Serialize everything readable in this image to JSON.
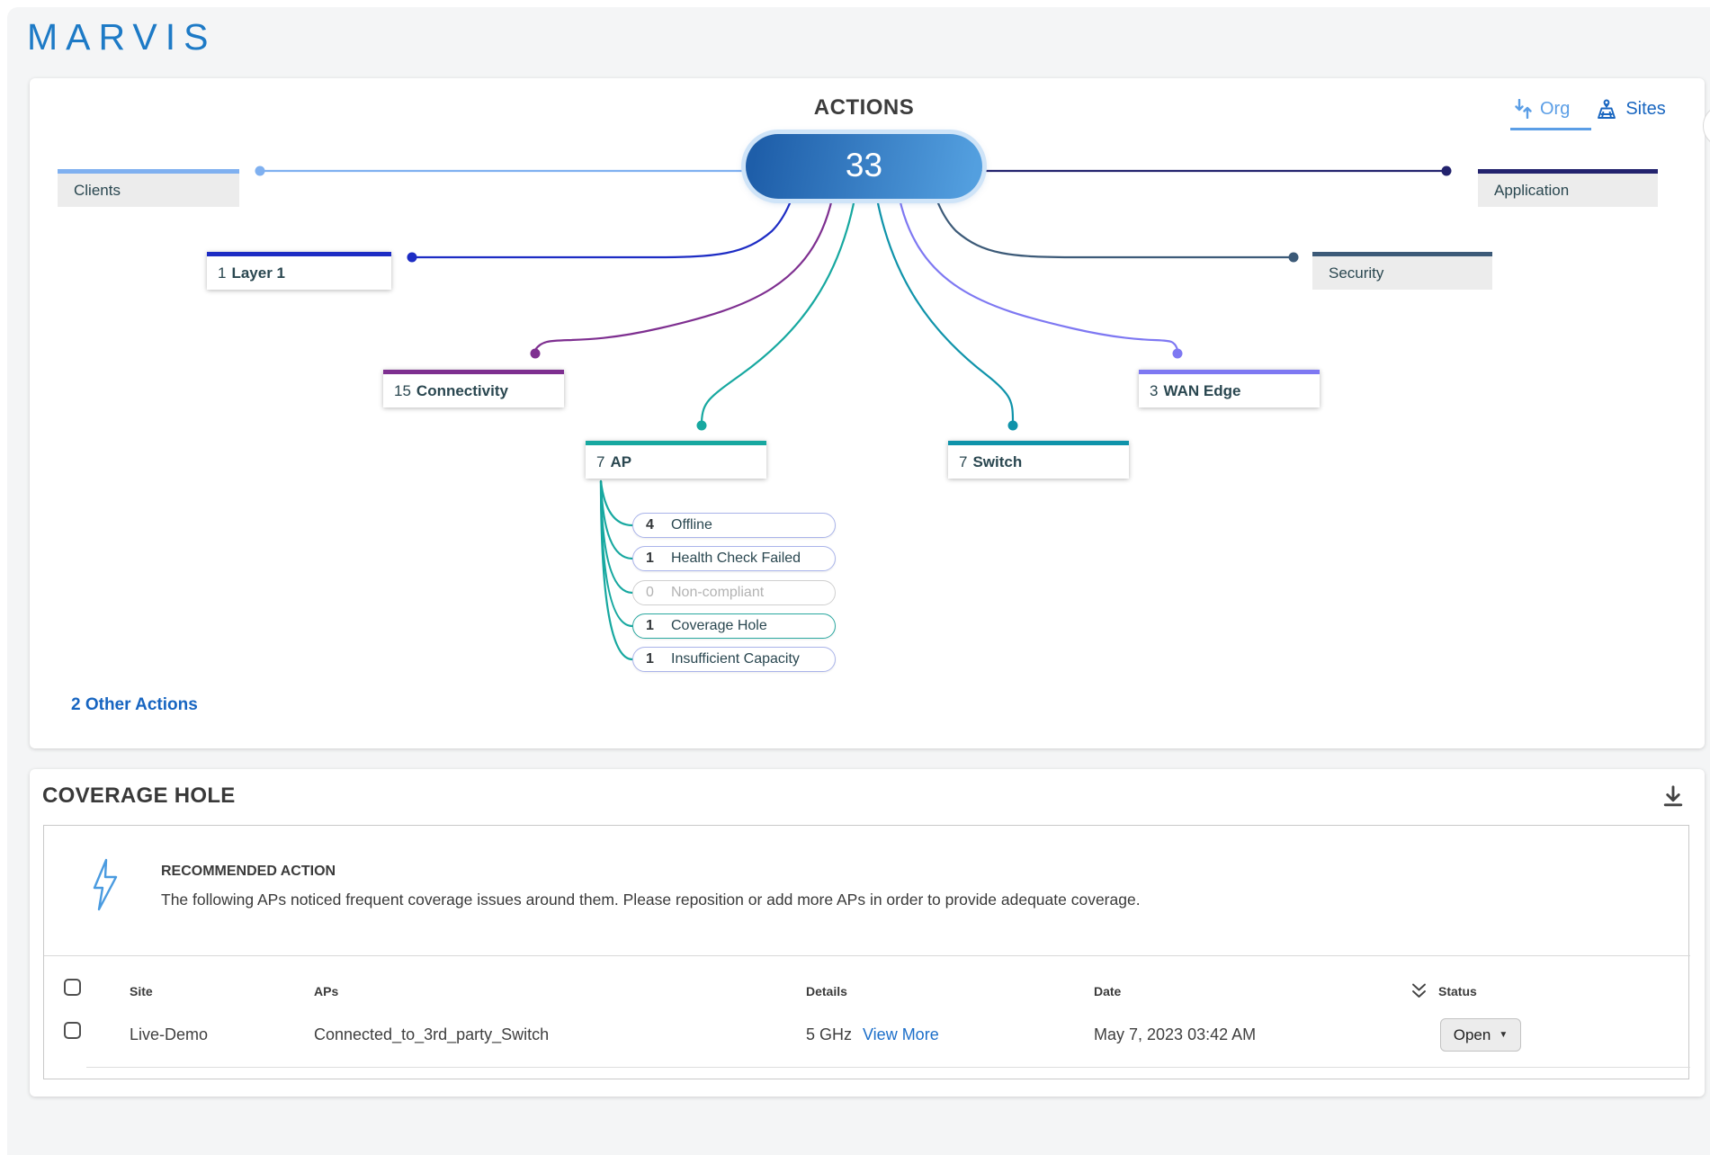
{
  "brand": "MARVIS",
  "actions_panel": {
    "title": "ACTIONS",
    "total_count": "33",
    "toggle": {
      "org_label": "Org",
      "sites_label": "Sites"
    },
    "other_actions_link": "2 Other Actions",
    "nodes": [
      {
        "id": "clients",
        "count": "",
        "label": "Clients",
        "color": "#7fb0f0"
      },
      {
        "id": "application",
        "count": "",
        "label": "Application",
        "color": "#23236e"
      },
      {
        "id": "layer1",
        "count": "1",
        "label": "Layer 1",
        "color": "#1d2cc4"
      },
      {
        "id": "security",
        "count": "",
        "label": "Security",
        "color": "#3c5a78"
      },
      {
        "id": "connectivity",
        "count": "15",
        "label": "Connectivity",
        "color": "#7e2f90"
      },
      {
        "id": "wan_edge",
        "count": "3",
        "label": "WAN Edge",
        "color": "#7e78f2"
      },
      {
        "id": "ap",
        "count": "7",
        "label": "AP",
        "color": "#17a8a0"
      },
      {
        "id": "switch",
        "count": "7",
        "label": "Switch",
        "color": "#0f93aa"
      }
    ],
    "ap_subitems": [
      {
        "count": "4",
        "label": "Offline",
        "state": "normal"
      },
      {
        "count": "1",
        "label": "Health Check Failed",
        "state": "normal"
      },
      {
        "count": "0",
        "label": "Non-compliant",
        "state": "disabled"
      },
      {
        "count": "1",
        "label": "Coverage Hole",
        "state": "selected"
      },
      {
        "count": "1",
        "label": "Insufficient Capacity",
        "state": "normal"
      }
    ],
    "colors": {
      "pill_normal": "#aab4ea",
      "pill_disabled": "#cfcfcf",
      "pill_selected": "#2aa8a0",
      "node_gradient_start": "#1e5ea9",
      "node_gradient_end": "#539fdf",
      "node_halo": "#cfe4f8",
      "toggle_active": "#5b9ee6",
      "toggle_inactive": "#1966c0"
    }
  },
  "coverage_panel": {
    "title": "COVERAGE HOLE",
    "recommended": {
      "heading": "RECOMMENDED ACTION",
      "description": "The following APs noticed frequent coverage issues around them. Please reposition or add more APs in order to provide adequate coverage."
    },
    "table": {
      "headers": {
        "site": "Site",
        "aps": "APs",
        "details": "Details",
        "date": "Date",
        "status": "Status"
      },
      "row": {
        "site": "Live-Demo",
        "aps": "Connected_to_3rd_party_Switch",
        "details": "5 GHz",
        "details_link": "View More",
        "date": "May 7, 2023 03:42 AM",
        "status": "Open"
      }
    }
  }
}
